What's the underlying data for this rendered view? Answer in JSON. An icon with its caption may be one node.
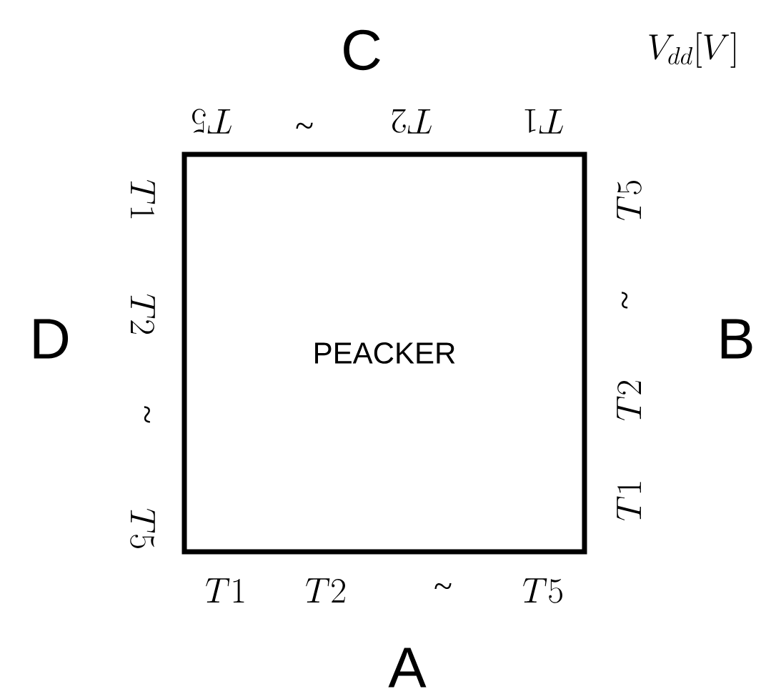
{
  "diagram": {
    "nodes": [
      {
        "text": [
          "PEACKER"
        ]
      }
    ],
    "labels": [
      "C",
      "V_{dd}[V]",
      "T5",
      "~",
      "T2",
      "T1",
      "D",
      "T1",
      "T2",
      "~",
      "T5",
      "T5",
      "~",
      "T2",
      "T1",
      "B",
      "T1",
      "T2",
      "~",
      "T5",
      "A"
    ]
  }
}
